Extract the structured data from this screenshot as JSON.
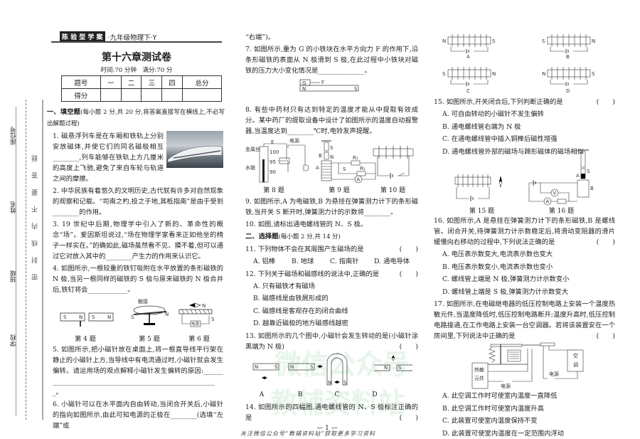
{
  "margin": {
    "seat": "座位号",
    "name": "姓名",
    "class": "班级",
    "school": "学校",
    "seal": "密 封 线 内 不 要 答 题"
  },
  "header": {
    "brand": "陈 验 型 学 案",
    "grade": "·九年级物理下·Y"
  },
  "title": "第十六章测试卷",
  "subtitle": "时间:70 分钟　满分:70 分",
  "score_table": {
    "headers": [
      "题号",
      "一",
      "二",
      "三",
      "四",
      "总分"
    ],
    "row_label": "得分"
  },
  "section1": {
    "title": "一、填空题",
    "note": "(每小题 2 分,共 20 分,将答案直接写在横线上,不必写出解题过程)"
  },
  "q1": "1. 磁悬浮列车是在车厢和铁轨上分别安放磁体,并使它们的同名磁极相互________,列车能够在铁轨上方几厘米的高度上飞驰,避免了来自车轮与轨道之间的摩擦。",
  "q2": "2. 中华民族有着悠久的文明历史,古代就有许多对自然现象的观察和记载。“司南之杓,投之于地,其柢指南”是由于受到________的作用。",
  "q3": "3. 19 世纪中后期,物理学中引入了新的、革命性的概念“场”。爱因斯坦说过,“场在物理学家看来正如他坐的椅子一样实在。”的确如此,磁场虽然看不见、摸不着,但可以通过它对放入其中的________产生力的作用来认识它。",
  "q4": "4. 如图所示,一根较重的铁钉吸附在水平放置的条形磁铁的 N 极,当另一根同样的磁铁的 S 极与原来磁铁的 N 极合并后,铁钉将会____________。",
  "fig456": {
    "s": "S",
    "n": "N",
    "wire": "触接",
    "power": "电源",
    "cap4": "第 4 题",
    "cap5": "第 5 题",
    "cap6": "第 6 题"
  },
  "q5": "5. 如图所示,把小磁针放在桌面上,将一根直导线平行架在静止的小磁针上方,当导线中有电流通过时,小磁针就会发生偏转。请运用场的观点解释小磁针发生偏转的原因:________________________________________________________。",
  "q6": "6. 小磁针可以在水平面内自由转动,当闭合开关后,小磁针的指向如图所示,由此可知电源的正极在________(选填“左端”或",
  "q6_cont": "“右端”)。",
  "q7": "7. 如图所示,重为 G 的小铁块在水平方向力 F 的作用下,沿条形磁铁的表面从 N 极滑到 S 极,在此过程中小铁块对磁铁的压力大小变化情况是______________。",
  "fig7": {
    "g": "G",
    "f": "F",
    "n": "N",
    "s": "S"
  },
  "q8": "8. 有些中药材只有达到特定的温度才能从中提取有效成分。某中药厂的提取设备中设计了如图所示的温度自动报警器,当温度达到________℃时,电铃发声提醒。",
  "fig8": {
    "wire": "金属丝",
    "mercury": "水银",
    "t100": "100",
    "t95": "95",
    "t90": "90",
    "e": "E",
    "power": "电源",
    "cap": "第 8 题"
  },
  "fig9": {
    "s": "S",
    "n": "N",
    "a": "A",
    "b": "B",
    "r1": "R₁",
    "r2": "R₂",
    "s2": "S",
    "meter": "A",
    "cap": "第 9 题"
  },
  "fig10": {
    "cap": "第 10 题"
  },
  "q9": "9. 如图所示,A 为电磁铁,B 为悬挂在弹簧测力计下的条形磁铁,当开关 S 断开时,弹簧测力计的示数将________。",
  "q10": "10. 如图,请标出通电螺线管的 N、S 极。",
  "section2": {
    "title": "二、选择题",
    "note": "(每小题 2 分,共 14 分)"
  },
  "q11": {
    "stem": "11. 下列物体不会在其周围产生磁场的是",
    "paren": "(　　)",
    "options": [
      "A. 铝棒",
      "B. 地球",
      "C. 指南针",
      "D. 通电导体"
    ]
  },
  "q12": {
    "stem": "12. 下列关于磁场和磁感线的说法中,正确的是",
    "paren": "(　　)",
    "options": [
      "A. 只有磁铁才有磁场",
      "B. 磁感线是由铁屑形成的",
      "C. 磁感线是客观存在的闭合曲线",
      "D. 越靠近磁极的地方磁感线越密"
    ]
  },
  "q13": {
    "stem": "13. 如图所示的几个图中,小磁针会发生转动的是(小磁针涂黑端为 N 极)",
    "paren": "(　　)",
    "labels": [
      "A",
      "B",
      "C",
      "D"
    ],
    "n": "N",
    "s": "S"
  },
  "q14": {
    "stem": "14. 如图所示的四幅图,通电螺线管的 N、S 极标注正确的是",
    "paren": "(　　)"
  },
  "page_number": "— 1 —",
  "fig14": {
    "labels": [
      "A",
      "B",
      "C",
      "D"
    ],
    "n": "N",
    "s": "S"
  },
  "q15": {
    "stem": "15. 如图所示,开关闭合后,下列判断正确的是",
    "paren": "(　　)",
    "options": [
      "A. 可自由转动的小磁针不发生偏转",
      "B. 通电螺线管右端为 N 极",
      "C. 在通电螺线管中插入铜棒后磁性增强",
      "D. 通电螺线管外部的磁场与蹄形磁体的磁场相似"
    ]
  },
  "fig1516": {
    "cap15": "第 15 题",
    "cap16": "第 16 题",
    "s": "S",
    "a": "A",
    "b": "B",
    "v": "V",
    "am": "A"
  },
  "q16": {
    "stem": "16. 如图所示,A 是悬挂在弹簧测力计下的条形磁铁,B 是螺线管。闭合开关,待弹簧测力计示数稳定后,将滑动变阻器的滑片缓慢向右移动的过程中,下列说法正确的是",
    "paren": "(　　)",
    "options": [
      "A. 电压表示数变大,电流表示数也变大",
      "B. 电压表示数变小,电流表示数也变小",
      "C. 螺线管上端是 N 极,弹簧测力计示数变小",
      "D. 螺线管上端是 S 极,弹簧测力计示数变大"
    ]
  },
  "q17": {
    "stem": "17. 如图所示,在电磁继电器的低压控制电路上安装一个温度热敏元件,当温度降低时,低压控制电路断开;温度升高时,低压控制电路接通,在工作电路上安装一台空调器。若将该装置安在一个房间里,下列说法中正确的是",
    "paren": "(　　)",
    "options": [
      "A. 此空调工作时可使室内温度一直降低",
      "B. 此空调工作时可使室内温度升高",
      "C. 此装置可使室内温度保持不变",
      "D. 此装置可使室内温度在一定范围内浮动"
    ]
  },
  "fig17": {
    "thermo1": "热敏",
    "thermo2": "元件",
    "power1": "电源",
    "power2": "电源",
    "ac1": "空",
    "ac2": "调"
  },
  "watermark": {
    "line1": "微信公众号",
    "line2": "教辅资料站"
  },
  "footer": "关注微信公众号“教辅资料站”获取更多学习资料"
}
